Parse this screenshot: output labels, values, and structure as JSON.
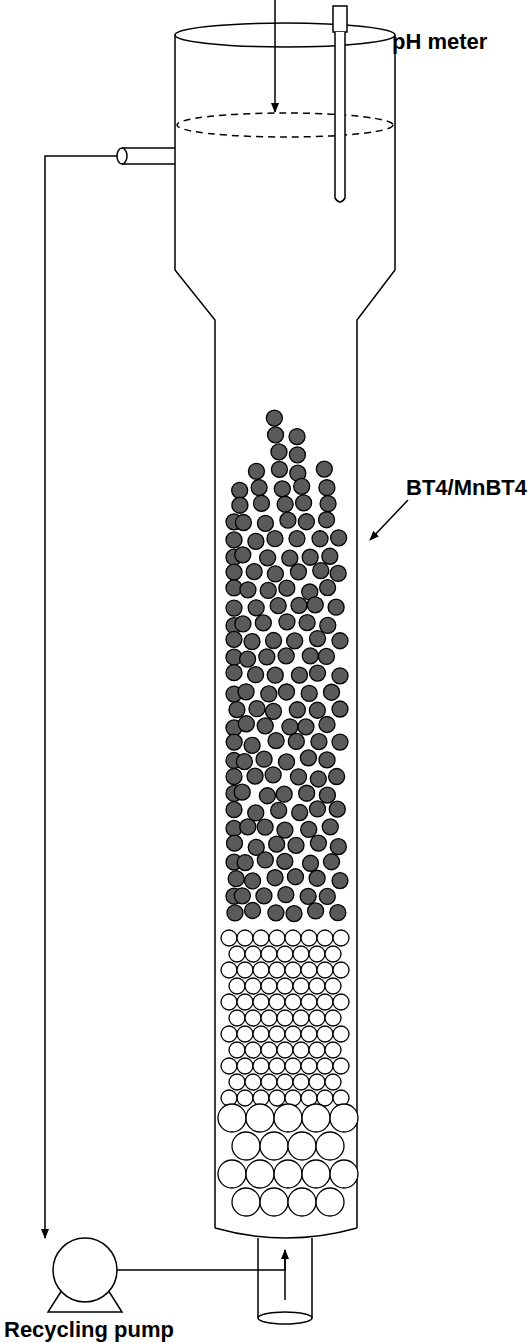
{
  "diagram": {
    "labels": [
      "pH meter",
      "BT4/MnBT4",
      "Recycling pump"
    ]
  }
}
